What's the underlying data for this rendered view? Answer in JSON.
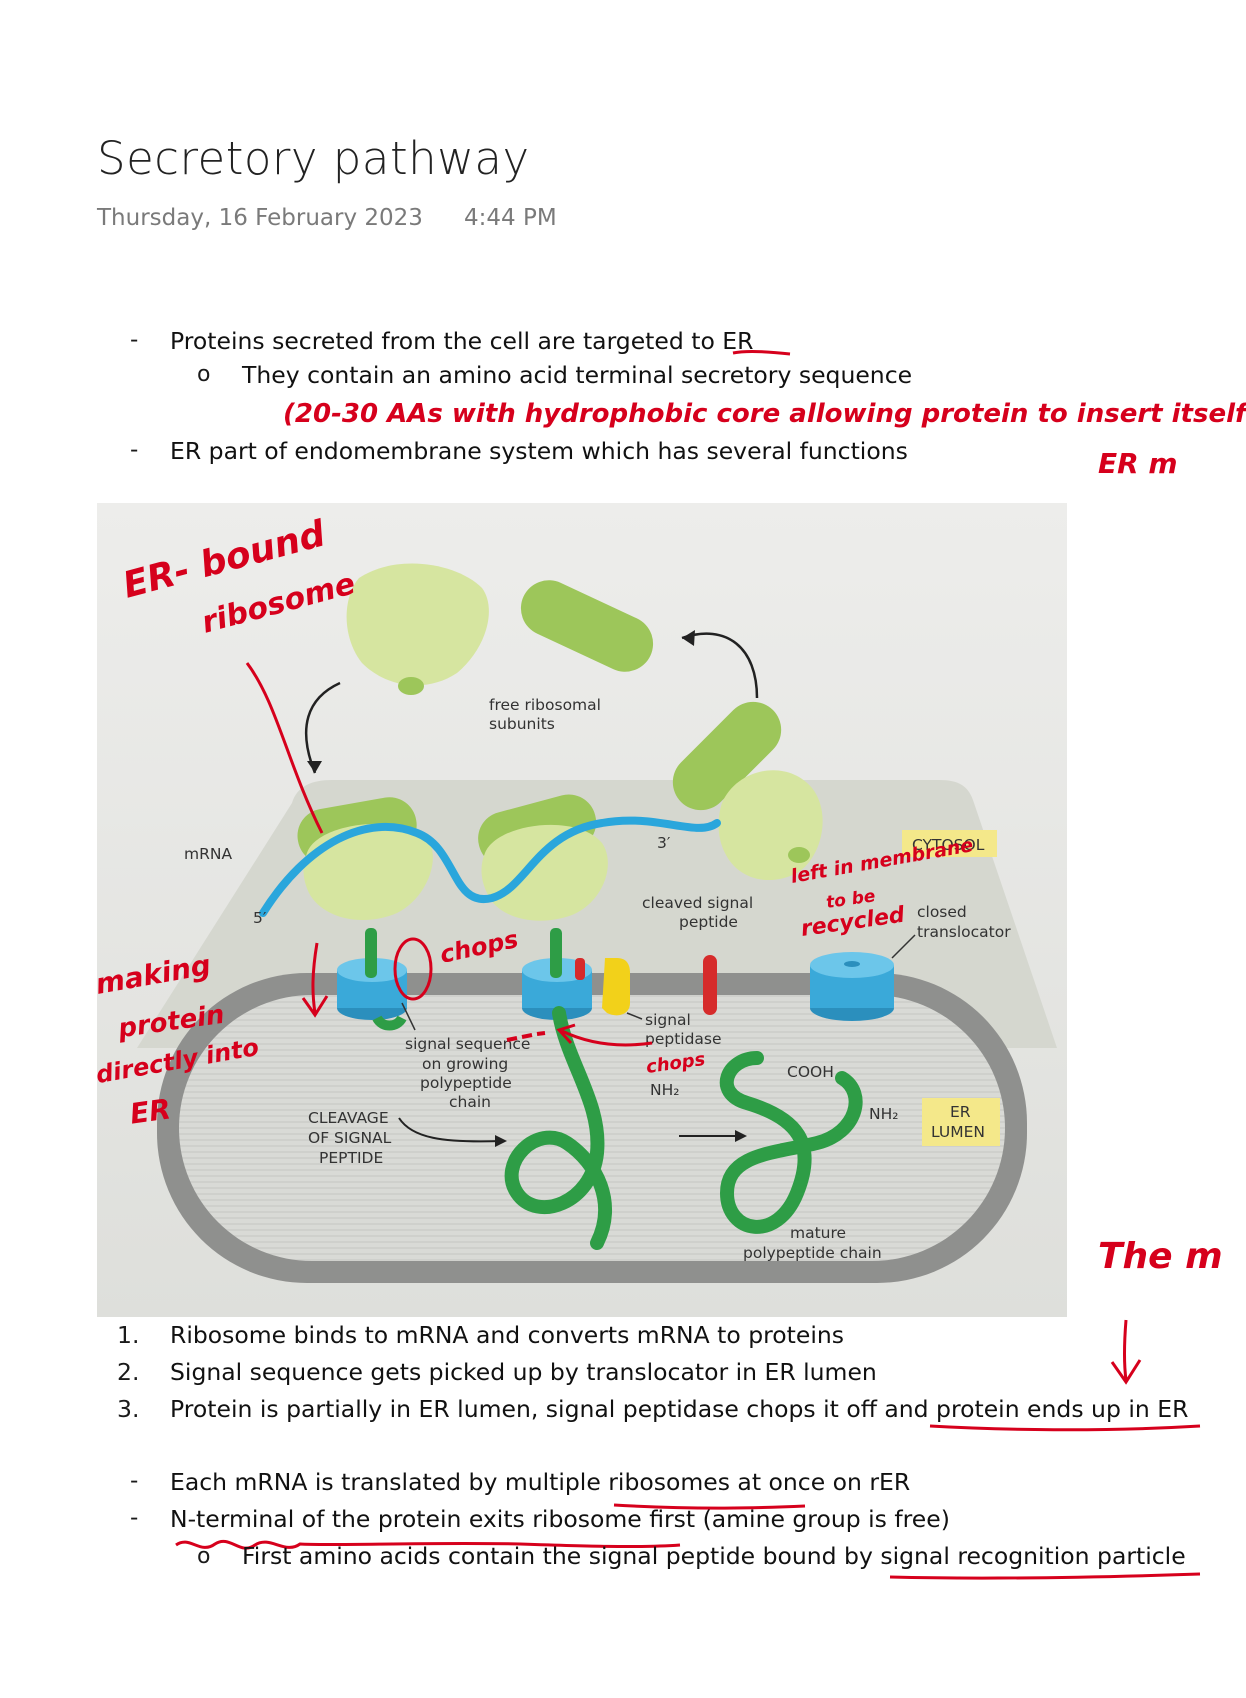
{
  "page": {
    "title": "Secretory pathway",
    "date": "Thursday, 16 February 2023",
    "time": "4:44 PM"
  },
  "bullets_top": [
    "Proteins secreted from the cell are targeted to ER",
    "They contain an amino acid terminal secretory sequence",
    "ER part of endomembrane system which has several functions"
  ],
  "handwritten_top": {
    "line1": "(20-30 AAs with hydrophobic core allowing protein to insert itself",
    "line2": "ER m"
  },
  "diagram": {
    "labels": {
      "free_ribosomal": "free ribosomal",
      "subunits": "subunits",
      "mrna": "mRNA",
      "five_prime": "5′",
      "three_prime": "3′",
      "cytosol": "CYTOSOL",
      "cleaved_1": "cleaved signal",
      "cleaved_2": "peptide",
      "closed_1": "closed",
      "closed_2": "translocator",
      "signal_seq_1": "signal sequence",
      "signal_seq_2": "on growing",
      "signal_seq_3": "polypeptide",
      "signal_seq_4": "chain",
      "signal_pep_1": "signal",
      "signal_pep_2": "peptidase",
      "nh2_a": "NH₂",
      "nh2_b": "NH₂",
      "cooh": "COOH",
      "cleavage_1": "CLEAVAGE",
      "cleavage_2": "OF SIGNAL",
      "cleavage_3": "PEPTIDE",
      "er_1": "ER",
      "er_2": "LUMEN",
      "mature_1": "mature",
      "mature_2": "polypeptide chain"
    },
    "annotations": {
      "er_bound_1": "ER- bound",
      "er_bound_2": "ribosome",
      "left_1": "left in membrane",
      "left_2": "to be",
      "left_3": "recycled",
      "making_1": "making",
      "making_2": "protein",
      "making_3": "directly into",
      "making_4": "ER",
      "chops": "chops",
      "chops2": "chops",
      "the_m": "The m"
    },
    "colors": {
      "background": "#e6e7e3",
      "ribosome": "#d6e5a0",
      "ribosome_dark": "#9dc65a",
      "mrna": "#2aa6dc",
      "translocator": "#3aa9d9",
      "polypeptide": "#2e9d46",
      "signal_peptide": "#d62b2b",
      "peptidase": "#f2d11a",
      "er_membrane": "#909190",
      "er_lumen": "#d6d7d3",
      "annotation": "#d6001c"
    }
  },
  "numbered": [
    "Ribosome binds to mRNA and converts mRNA to proteins",
    "Signal sequence gets picked up by translocator in ER lumen",
    "Protein is partially in ER lumen, signal peptidase chops it off and protein ends up in ER"
  ],
  "bullets_bottom": [
    "Each mRNA is translated by multiple ribosomes at once on rER",
    "N-terminal of the protein exits ribosome first (amine group is free)",
    "First amino acids contain the signal peptide bound by signal recognition particle"
  ]
}
